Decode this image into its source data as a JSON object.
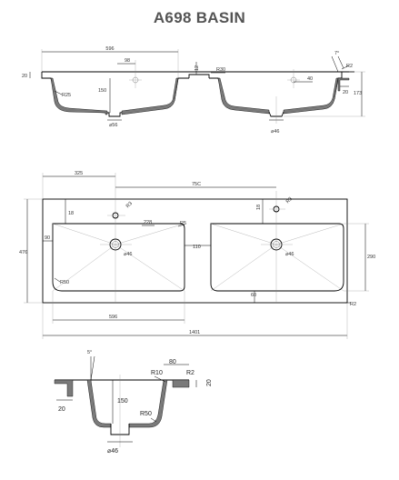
{
  "title": "A698 BASIN",
  "top_view": {
    "d_596": "596",
    "d_98": "98",
    "d_7deg": "7°",
    "d_r2": "R2",
    "d_20_left": "20",
    "d_12": "12",
    "d_r30": "R30",
    "d_40": "40",
    "d_r25": "R25",
    "d_150": "150",
    "d_20_right": "20",
    "d_173": "173",
    "d_o56": "⌀56",
    "d_o46": "⌀46"
  },
  "plan_view": {
    "d_325": "325",
    "d_75c": "75C",
    "d_18_left": "18",
    "d_r3_left": "R3",
    "d_228": "228",
    "d_r5": "R5",
    "d_18_right": "18",
    "d_r3_right": "R3",
    "d_476": "476",
    "d_90": "90",
    "d_o46_left": "⌀46",
    "d_110": "110",
    "d_o46_right": "⌀46",
    "d_290": "290",
    "d_r50": "R50",
    "d_60": "60",
    "d_r2": "R2",
    "d_596": "596",
    "d_1401": "1401"
  },
  "section_view": {
    "d_5deg": "5°",
    "d_80": "80",
    "d_r10": "R10",
    "d_r2": "R2",
    "d_20_right": "20",
    "d_20_left": "20",
    "d_150": "150",
    "d_r50": "R50",
    "d_o46": "⌀46"
  }
}
